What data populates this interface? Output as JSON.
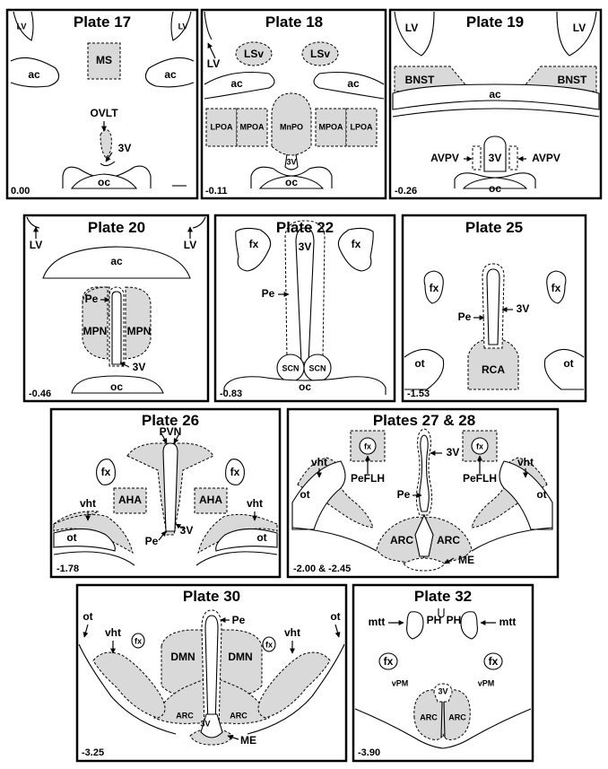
{
  "plates": [
    {
      "title": "Plate 17",
      "coord": "0.00",
      "labels": {
        "lv_left": "LV",
        "lv_right": "LV",
        "ms": "MS",
        "ac_left": "ac",
        "ac_right": "ac",
        "ovlt": "OVLT",
        "v3": "3V",
        "oc": "oc"
      }
    },
    {
      "title": "Plate 18",
      "coord": "-0.11",
      "labels": {
        "lv": "LV",
        "lsv_left": "LSv",
        "lsv_right": "LSv",
        "ac_left": "ac",
        "ac_right": "ac",
        "lpoa_left": "LPOA",
        "mpoa_left": "MPOA",
        "mnpo": "MnPO",
        "mpoa_right": "MPOA",
        "lpoa_right": "LPOA",
        "v3": "3V",
        "oc": "oc"
      }
    },
    {
      "title": "Plate 19",
      "coord": "-0.26",
      "labels": {
        "lv_left": "LV",
        "lv_right": "LV",
        "bnst_left": "BNST",
        "bnst_right": "BNST",
        "ac": "ac",
        "avpv_left": "AVPV",
        "v3": "3V",
        "avpv_right": "AVPV",
        "oc": "oc"
      }
    },
    {
      "title": "Plate 20",
      "coord": "-0.46",
      "labels": {
        "lv_left": "LV",
        "lv_right": "LV",
        "ac": "ac",
        "pe": "Pe",
        "mpn_left": "MPN",
        "mpn_right": "MPN",
        "v3": "3V",
        "oc": "oc"
      }
    },
    {
      "title": "Plate 22",
      "coord": "-0.83",
      "labels": {
        "fx_left": "fx",
        "fx_right": "fx",
        "v3": "3V",
        "pe": "Pe",
        "scn_left": "SCN",
        "scn_right": "SCN",
        "oc": "oc"
      }
    },
    {
      "title": "Plate 25",
      "coord": "-1.53",
      "labels": {
        "fx_left": "fx",
        "fx_right": "fx",
        "pe": "Pe",
        "v3": "3V",
        "ot_left": "ot",
        "ot_right": "ot",
        "rca": "RCA"
      }
    },
    {
      "title": "Plate 26",
      "coord": "-1.78",
      "labels": {
        "pvn": "PVN",
        "fx_left": "fx",
        "fx_right": "fx",
        "aha_left": "AHA",
        "aha_right": "AHA",
        "vht_left": "vht",
        "vht_right": "vht",
        "ot_left": "ot",
        "ot_right": "ot",
        "pe": "Pe",
        "v3": "3V"
      }
    },
    {
      "title": "Plates 27 &  28",
      "coord": "-2.00 & -2.45",
      "labels": {
        "fx_left": "fx",
        "fx_right": "fx",
        "v3": "3V",
        "vht_left": "vht",
        "vht_right": "vht",
        "peflh_left": "PeFLH",
        "peflh_right": "PeFLH",
        "ot_left": "ot",
        "ot_right": "ot",
        "pe": "Pe",
        "arc_left": "ARC",
        "arc_right": "ARC",
        "me": "ME"
      }
    },
    {
      "title": "Plate 30",
      "coord": "-3.25",
      "labels": {
        "pe": "Pe",
        "ot_left": "ot",
        "ot_right": "ot",
        "vht_left": "vht",
        "vht_right": "vht",
        "fx_left": "fx",
        "fx_right": "fx",
        "dmn_left": "DMN",
        "dmn_right": "DMN",
        "arc_left": "ARC",
        "arc_right": "ARC",
        "v3": "3V",
        "me": "ME"
      }
    },
    {
      "title": "Plate 32",
      "coord": "-3.90",
      "labels": {
        "mtt_left": "mtt",
        "ph_left": "PH",
        "ph_right": "PH",
        "mtt_right": "mtt",
        "fx_left": "fx",
        "fx_right": "fx",
        "vpm_left": "vPM",
        "vpm_right": "vPM",
        "v3": "3V",
        "arc_left": "ARC",
        "arc_right": "ARC"
      }
    }
  ]
}
